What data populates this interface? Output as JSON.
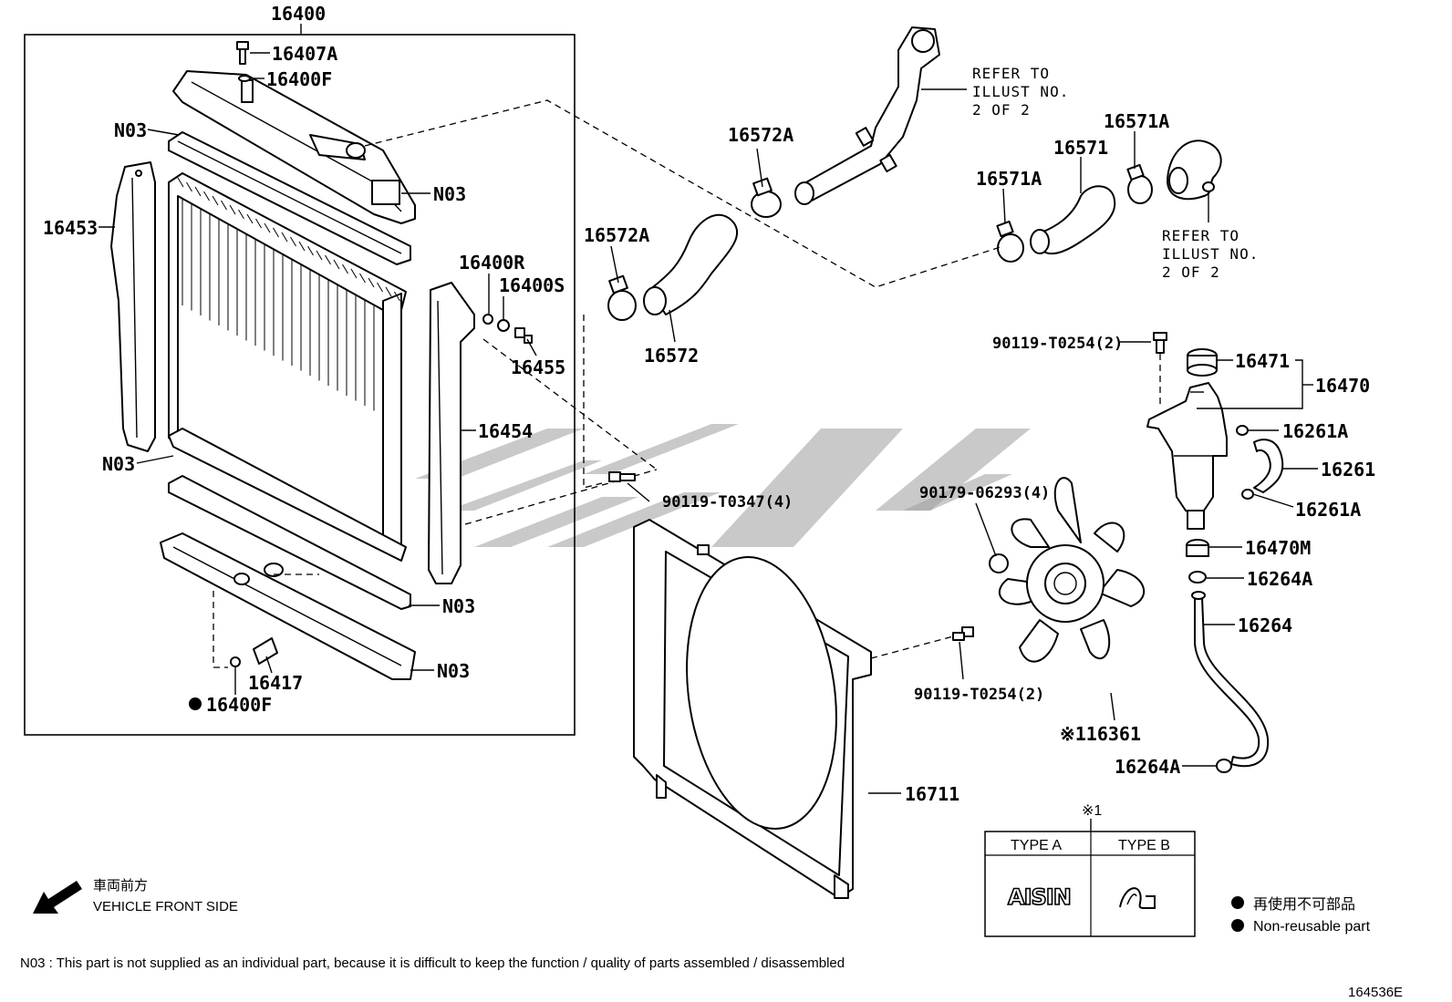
{
  "labels": {
    "p16400": "16400",
    "p16407A": "16407A",
    "p16400F_top": "16400F",
    "n03_a": "N03",
    "n03_b": "N03",
    "n03_c": "N03",
    "n03_d": "N03",
    "n03_e": "N03",
    "p16453": "16453",
    "p16400R": "16400R",
    "p16400S": "16400S",
    "p16455": "16455",
    "p16454": "16454",
    "p16417": "16417",
    "p16400F_bottom": "16400F",
    "p16572A_a": "16572A",
    "p16572A_b": "16572A",
    "p16572": "16572",
    "p16571A_a": "16571A",
    "p16571A_b": "16571A",
    "p16571": "16571",
    "p90119_T0254_a": "90119-T0254(2)",
    "p90119_T0254_b": "90119-T0254(2)",
    "p90119_T0347": "90119-T0347(4)",
    "p90179_06293": "90179-06293(4)",
    "p16471": "16471",
    "p16470": "16470",
    "p16261A_a": "16261A",
    "p16261A_b": "16261A",
    "p16261": "16261",
    "p16470M": "16470M",
    "p16264A_a": "16264A",
    "p16264A_b": "16264A",
    "p16264": "16264",
    "p16361": "※116361",
    "p16711": "16711"
  },
  "refer_top": [
    "REFER TO",
    "ILLUST NO.",
    "2 OF 2"
  ],
  "refer_right": [
    "REFER TO",
    "ILLUST NO.",
    "2 OF 2"
  ],
  "front": {
    "jp": "車両前方",
    "en": "VEHICLE FRONT SIDE"
  },
  "type_table": {
    "mark": "※1",
    "type_a": "TYPE A",
    "type_b": "TYPE B",
    "logo": "AISIN"
  },
  "legend": {
    "jp": "再使用不可部品",
    "en": "Non-reusable part"
  },
  "footnote": "N03 : This part is not supplied as an individual part, because it is difficult to keep the function / quality of parts assembled / disassembled",
  "figure_id": "164536E"
}
